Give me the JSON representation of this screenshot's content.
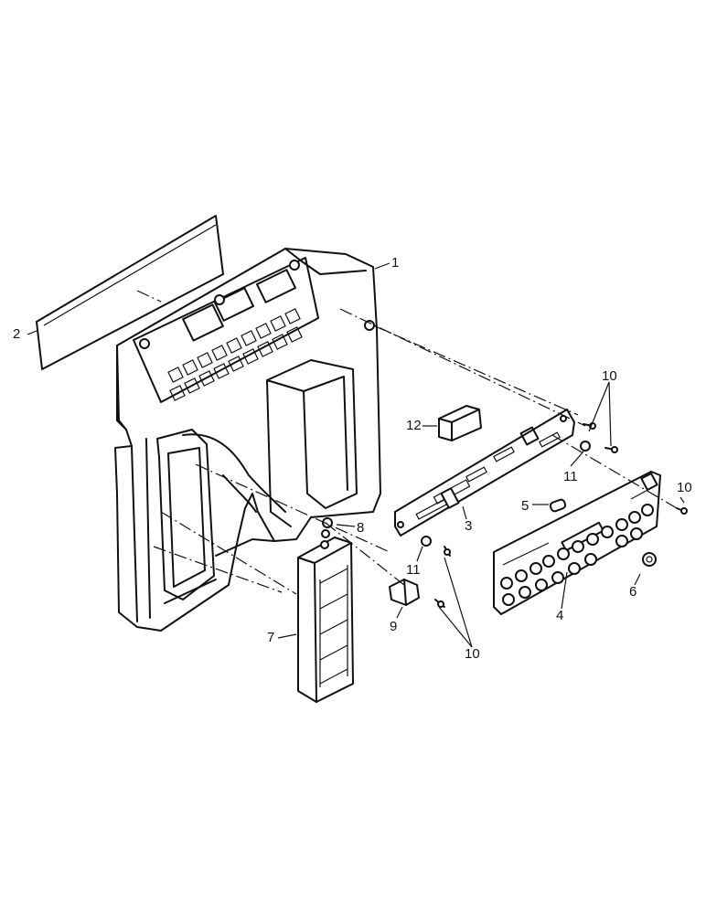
{
  "diagram": {
    "callouts": {
      "c1": "1",
      "c2": "2",
      "c3": "3",
      "c4": "4",
      "c5": "5",
      "c6": "6",
      "c7": "7",
      "c8": "8",
      "c9": "9",
      "c10a": "10",
      "c10b": "10",
      "c10c": "10",
      "c11a": "11",
      "c11b": "11",
      "c12": "12"
    }
  }
}
